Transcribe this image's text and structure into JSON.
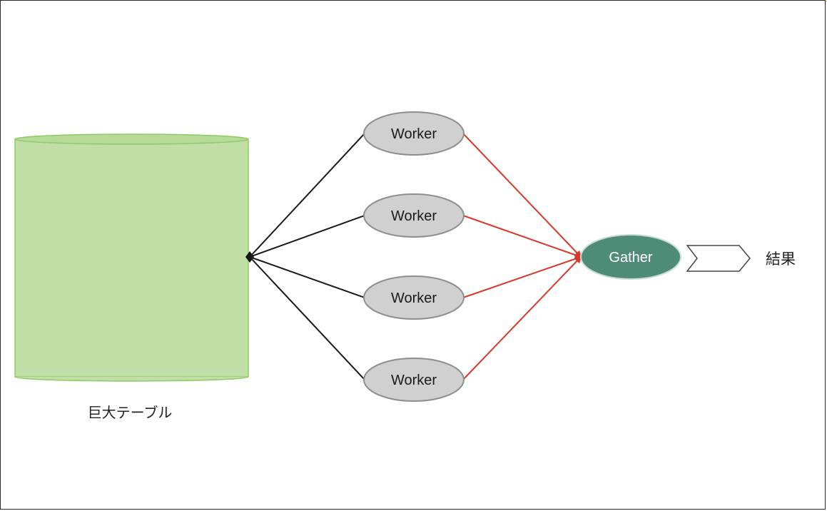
{
  "diagram": {
    "table": {
      "label": "巨大テーブル",
      "fill": "#c0dea5",
      "stroke": "#8fcb64"
    },
    "workers": [
      {
        "label": "Worker"
      },
      {
        "label": "Worker"
      },
      {
        "label": "Worker"
      },
      {
        "label": "Worker"
      }
    ],
    "gather": {
      "label": "Gather",
      "fill": "#4f8c78",
      "text_color": "#ffffff"
    },
    "result": {
      "label": "結果"
    },
    "colors": {
      "worker_fill": "#d0d0d0",
      "worker_stroke": "#8e8e8e",
      "input_edge": "#1a1a1a",
      "output_edge": "#d7392b"
    }
  }
}
